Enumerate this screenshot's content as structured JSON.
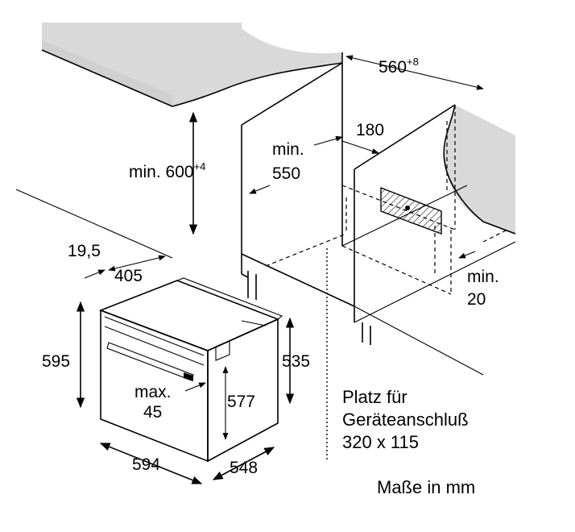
{
  "dimensions": {
    "width_niche": "560",
    "width_niche_tol": "+8",
    "height_niche_prefix": "min. ",
    "height_niche": "600",
    "height_niche_tol": "+4",
    "depth_niche_line1": "min.",
    "depth_niche_line2": "550",
    "rear_gap": "180",
    "side_min_line1": "min.",
    "side_min_line2": "20",
    "front_panel": "19,5",
    "top_depth": "405",
    "oven_height": "595",
    "body_height": "535",
    "inner_height": "577",
    "handle_line1": "max.",
    "handle_line2": "45",
    "oven_width": "594",
    "oven_depth": "548"
  },
  "notes": {
    "connection_line1": "Platz für",
    "connection_line2": "Geräteanschluß",
    "connection_line3": "320 x 115",
    "units": "Maße in mm"
  }
}
